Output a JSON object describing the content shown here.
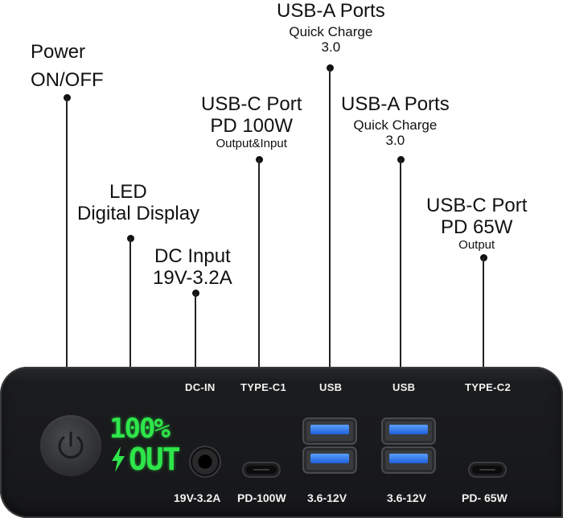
{
  "callouts": {
    "power": {
      "line1": "Power",
      "line2": "ON/OFF"
    },
    "led": {
      "line1": "LED",
      "line2": "Digital Display"
    },
    "dc_input": {
      "line1": "DC Input",
      "line2": "19V-3.2A"
    },
    "usbc_port_1": {
      "line1": "USB-C Port",
      "line2": "PD 100W",
      "line3": "Output&Input"
    },
    "usba_ports_1": {
      "line1": "USB-A Ports",
      "line2": "Quick Charge",
      "line3": "3.0"
    },
    "usba_ports_2": {
      "line1": "USB-A Ports",
      "line2": "Quick Charge",
      "line3": "3.0"
    },
    "usbc_port_2": {
      "line1": "USB-C Port",
      "line2": "PD 65W",
      "line3": "Output"
    }
  },
  "device": {
    "top_labels": {
      "dc_in": "DC-IN",
      "type_c1": "TYPE-C1",
      "usb_1": "USB",
      "usb_2": "USB",
      "type_c2": "TYPE-C2"
    },
    "bottom_labels": {
      "dc_in": "19V-3.2A",
      "type_c1": "PD-100W",
      "usb_1": "3.6-12V",
      "usb_2": "3.6-12V",
      "type_c2": "PD- 65W"
    },
    "display": {
      "percent": "100%",
      "mode": "OUT"
    },
    "colors": {
      "led_green": "#2ee64a",
      "usb_blue": "#2a6cf0",
      "body": "#1b1c1e"
    }
  }
}
